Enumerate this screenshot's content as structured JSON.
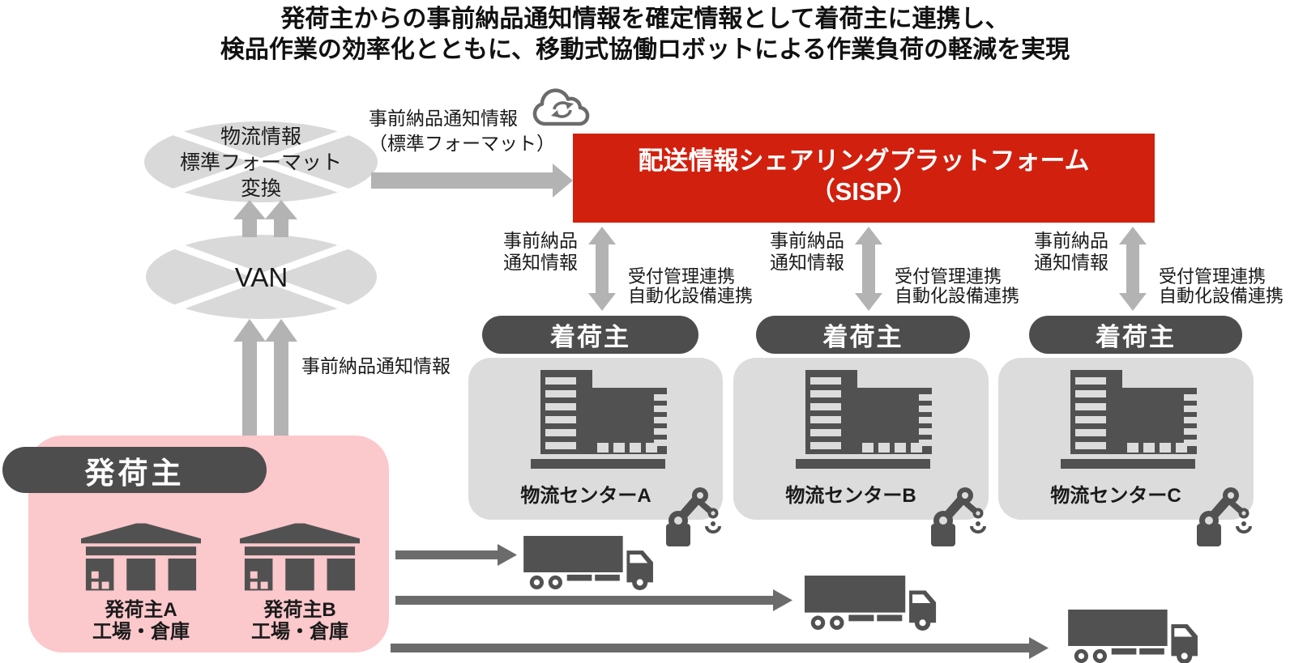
{
  "title": {
    "line1": "発荷主からの事前納品通知情報を確定情報として着荷主に連携し、",
    "line2": "検品作業の効率化とともに、移動式協働ロボットによる作業負荷の軽減を実現"
  },
  "network": {
    "converter": {
      "line1": "物流情報",
      "line2": "標準フォーマット",
      "line3": "変換"
    },
    "van": "VAN",
    "upload_label": "事前納品通知情報",
    "to_platform_label": {
      "line1": "事前納品通知情報",
      "line2": "（標準フォーマット）"
    }
  },
  "platform": {
    "line1": "配送情報シェアリングプラットフォーム",
    "line2": "（SISP）"
  },
  "consignees": [
    {
      "badge": "着荷主",
      "facility": "物流センターA",
      "down_label": {
        "line1": "事前納品",
        "line2": "通知情報"
      },
      "up_label": {
        "line1": "受付管理連携",
        "line2": "自動化設備連携"
      }
    },
    {
      "badge": "着荷主",
      "facility": "物流センターB",
      "down_label": {
        "line1": "事前納品",
        "line2": "通知情報"
      },
      "up_label": {
        "line1": "受付管理連携",
        "line2": "自動化設備連携"
      }
    },
    {
      "badge": "着荷主",
      "facility": "物流センターC",
      "down_label": {
        "line1": "事前納品",
        "line2": "通知情報"
      },
      "up_label": {
        "line1": "受付管理連携",
        "line2": "自動化設備連携"
      }
    }
  ],
  "shipper": {
    "badge": "発荷主",
    "sites": [
      {
        "name": "発荷主A",
        "type": "工場・倉庫"
      },
      {
        "name": "発荷主B",
        "type": "工場・倉庫"
      }
    ]
  },
  "icons": {
    "cloud": "cloud-sync-icon",
    "network_node": "network-ellipse-icon",
    "building": "logistics-center-building-icon",
    "warehouse": "factory-warehouse-icon",
    "robot": "collaborative-robot-arm-icon",
    "truck": "delivery-truck-icon"
  },
  "colors": {
    "platform_red": "#d2200e",
    "badge_dark": "#4d4d4d",
    "panel_gray": "#dcdcdc",
    "panel_pink": "#fbc8cc",
    "node_gray": "#d9d9d9",
    "arrow_light": "#b3b3b3",
    "arrow_dark": "#6b6b6b",
    "icon_dark": "#515151"
  }
}
